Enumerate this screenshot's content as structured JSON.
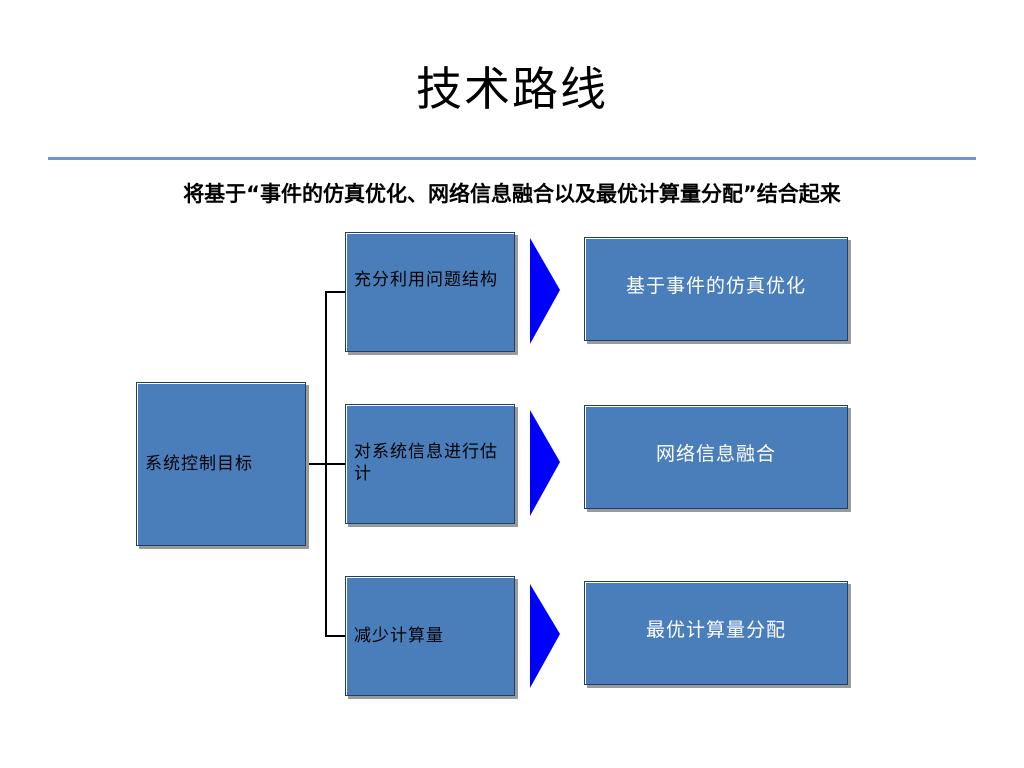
{
  "slide": {
    "title": "技术路线",
    "subtitle": "将基于“事件的仿真优化、网络信息融合以及最优计算量分配”结合起来"
  },
  "diagram": {
    "root": {
      "label": "系统控制目标"
    },
    "branches": [
      {
        "method": "充分利用问题结构",
        "result": "基于事件的仿真优化"
      },
      {
        "method": "对系统信息进行估计",
        "result": "网络信息融合"
      },
      {
        "method": "减少计算量",
        "result": "最优计算量分配"
      }
    ],
    "colors": {
      "box_fill": "#4a7ebb",
      "arrow_fill": "#0000ff",
      "divider": "#6f98cf"
    }
  }
}
